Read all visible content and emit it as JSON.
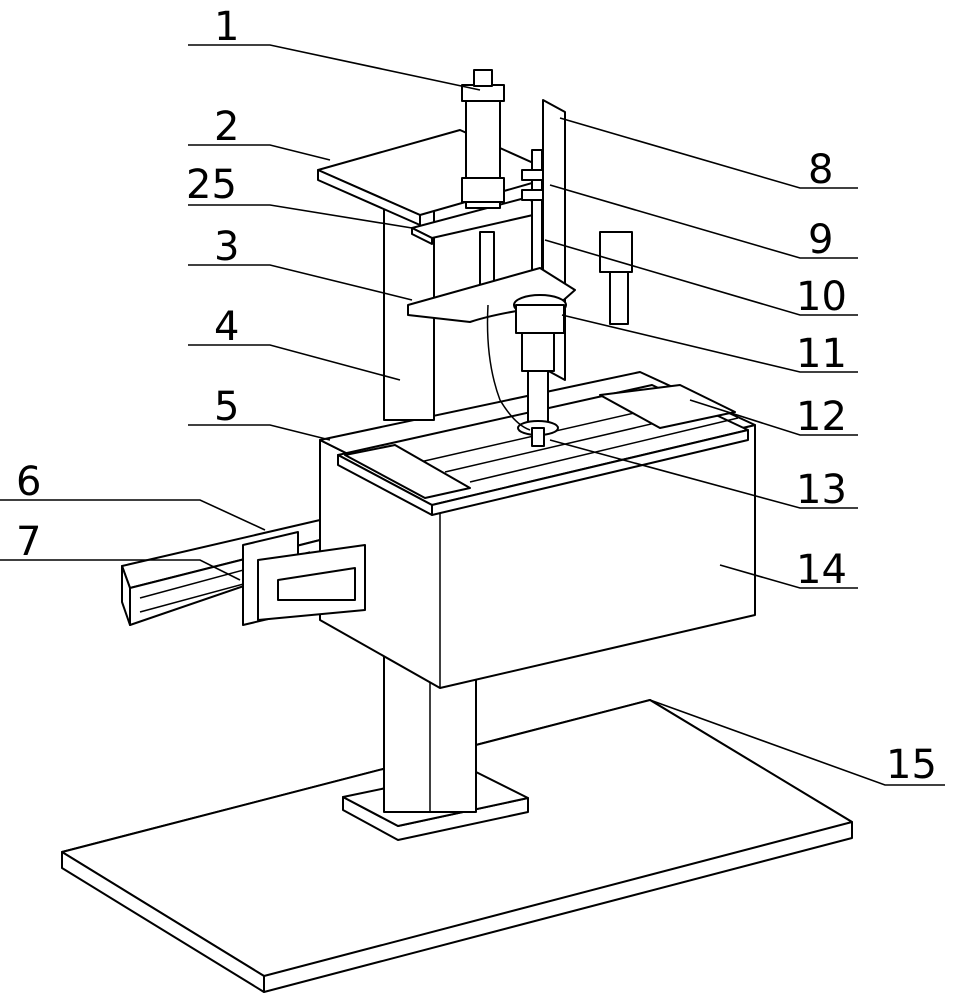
{
  "labels": [
    "1",
    "2",
    "25",
    "3",
    "4",
    "5",
    "6",
    "7",
    "8",
    "9",
    "10",
    "11",
    "12",
    "13",
    "14",
    "15"
  ],
  "colors": {
    "line": "#000000",
    "background": "#ffffff"
  }
}
